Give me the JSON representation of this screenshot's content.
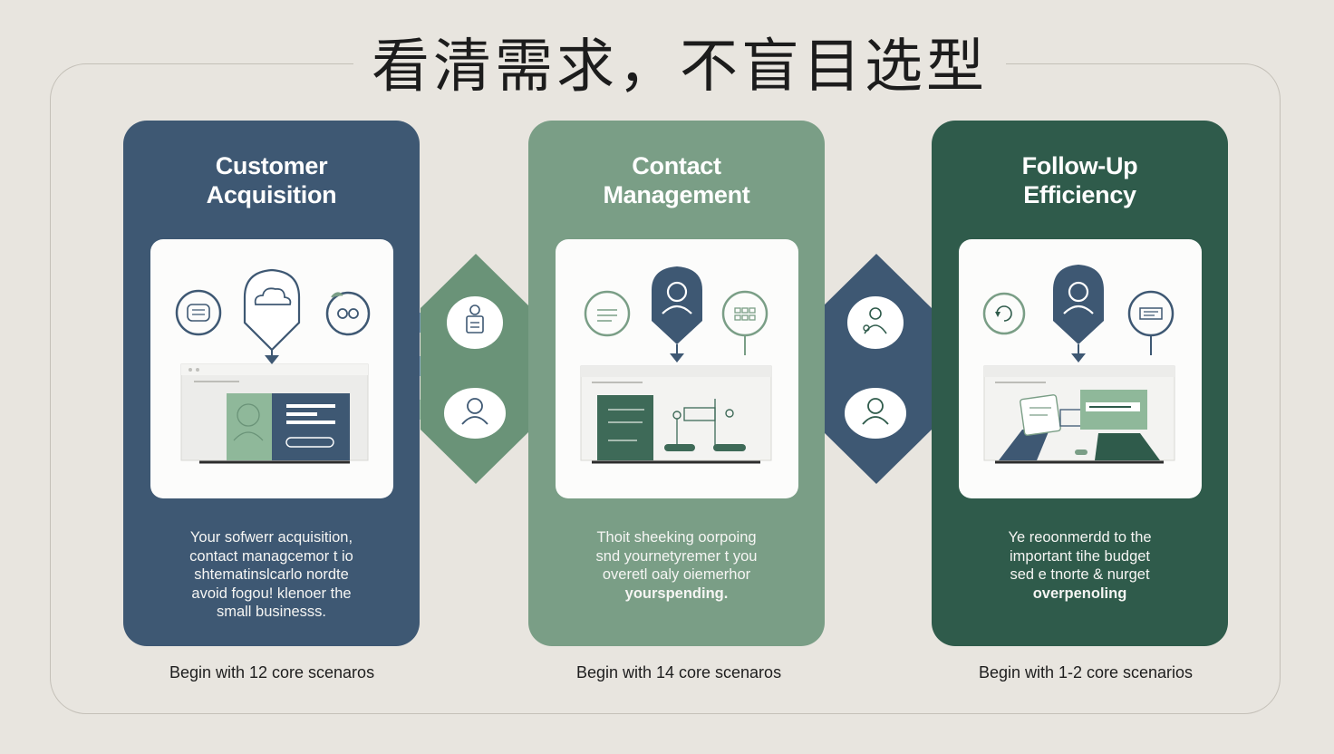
{
  "title": "看清需求，不盲目选型",
  "cards": [
    {
      "title": "Customer\nAcquisition",
      "description_lines": [
        "Your sofwerr acquisition,",
        "contact managcemor t io",
        "shtematinslcarlo nordte",
        "avoid fogou! klenoer the",
        "small businesss."
      ],
      "footer": "Begin with 12 core scenaros",
      "color": "#3e5873"
    },
    {
      "title": "Contact\nManagement",
      "description_lines": [
        "Thoit sheeking oorpoing",
        "snd yournetyremer t you",
        "overetl oaly oiemerhor",
        "yourspending."
      ],
      "footer": "Begin with 14 core scenaros",
      "color": "#7a9e86"
    },
    {
      "title": "Follow-Up\nEfficiency",
      "description_lines": [
        "Ye reoonmerdd to the",
        "important tihe budget",
        "sed e tnorte & nurget",
        "overpenoling"
      ],
      "footer": "Begin with 1-2 core scenarios",
      "color": "#2f5b4b"
    }
  ],
  "icons": {
    "card1": [
      "chat-icon",
      "cloud-pin-icon",
      "link-icon",
      "browser-window-icon"
    ],
    "card2": [
      "chat-icon",
      "user-pin-icon",
      "grid-icon",
      "browser-window-icon"
    ],
    "card3": [
      "refresh-icon",
      "user-pin-icon",
      "card-icon",
      "browser-window-icon"
    ],
    "connector1": [
      "person-document-icon",
      "user-icon"
    ],
    "connector2": [
      "people-icon",
      "user-icon"
    ]
  },
  "colors": {
    "background": "#e8e5df",
    "navy": "#3e5873",
    "sage": "#7a9e86",
    "forest": "#2f5b4b"
  }
}
